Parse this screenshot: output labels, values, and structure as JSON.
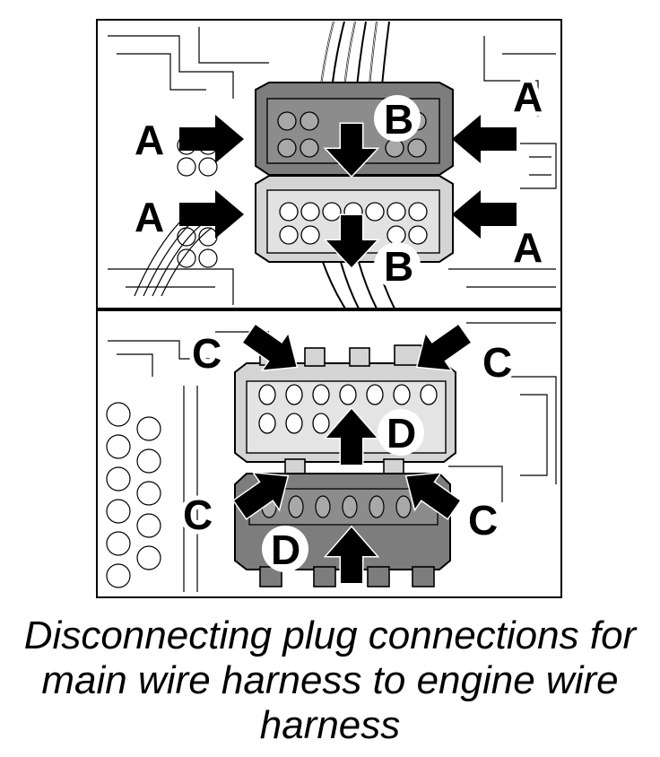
{
  "callouts": {
    "a": "A",
    "b": "B",
    "c": "C",
    "d": "D"
  },
  "caption": {
    "line1": "Disconnecting plug connections for",
    "line2": "main wire harness to engine wire",
    "line3": "harness"
  },
  "colors": {
    "dark_connector": "#7d7d7d",
    "light_connector": "#d4d4d4",
    "line": "#000000",
    "background": "#ffffff"
  }
}
